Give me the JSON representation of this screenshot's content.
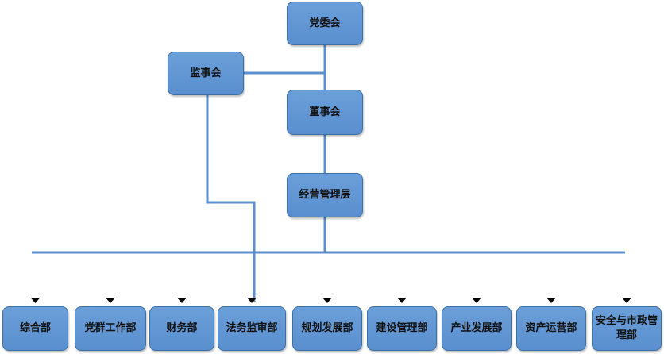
{
  "nodes": {
    "party_committee": "党委会",
    "supervisory_board": "监事会",
    "board_of_directors": "董事会",
    "management": "经营管理层"
  },
  "departments": [
    "综合部",
    "党群工作部",
    "财务部",
    "法务监审部",
    "规划发展部",
    "建设管理部",
    "产业发展部",
    "资产运营部",
    "安全与市政管理部"
  ],
  "colors": {
    "box_fill": "#5b8fcf",
    "box_border": "#3e6fa3",
    "line": "#5b8fcf",
    "text": "#111111"
  }
}
